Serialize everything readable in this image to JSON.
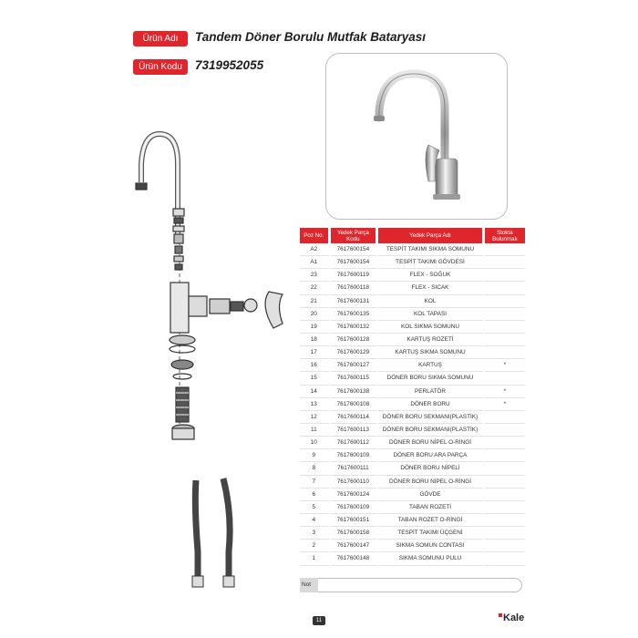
{
  "header": {
    "name_label": "Ürün Adı",
    "name_value": "Tandem Döner Borulu Mutfak Bataryası",
    "code_label": "Ürün Kodu",
    "code_value": "7319952055"
  },
  "table": {
    "headers": [
      "Poz No.",
      "Yedek Parça Kodu",
      "Yedek Parça Adı",
      "Stokta Bulunmalı"
    ],
    "rows": [
      {
        "poz": "A2",
        "kod": "7617600154",
        "adi": "TESPİT TAKIMI SIKMA SOMUNU",
        "stok": ""
      },
      {
        "poz": "A1",
        "kod": "7617600154",
        "adi": "TESPİT TAKIMI GÖVDESİ",
        "stok": ""
      },
      {
        "poz": "23",
        "kod": "7617600119",
        "adi": "FLEX - SOĞUK",
        "stok": ""
      },
      {
        "poz": "22",
        "kod": "7617600118",
        "adi": "FLEX - SICAK",
        "stok": ""
      },
      {
        "poz": "21",
        "kod": "7617600131",
        "adi": "KOL",
        "stok": ""
      },
      {
        "poz": "20",
        "kod": "7617600135",
        "adi": "KOL TAPASI",
        "stok": ""
      },
      {
        "poz": "19",
        "kod": "7617600132",
        "adi": "KOL SIKMA SOMUNU",
        "stok": ""
      },
      {
        "poz": "18",
        "kod": "7617600128",
        "adi": "KARTUŞ ROZETİ",
        "stok": ""
      },
      {
        "poz": "17",
        "kod": "7617600129",
        "adi": "KARTUŞ SIKMA SOMUNU",
        "stok": ""
      },
      {
        "poz": "16",
        "kod": "7617600127",
        "adi": "KARTUŞ",
        "stok": "*"
      },
      {
        "poz": "15",
        "kod": "7617600115",
        "adi": "DÖNER BORU SIKMA SOMUNU",
        "stok": ""
      },
      {
        "poz": "14",
        "kod": "7617600138",
        "adi": "PERLATÖR",
        "stok": "*"
      },
      {
        "poz": "13",
        "kod": "7617600108",
        "adi": "DÖNER BORU",
        "stok": "*"
      },
      {
        "poz": "12",
        "kod": "7617600114",
        "adi": "DÖNER BORU SEKMANI(PLASTİK)",
        "stok": ""
      },
      {
        "poz": "11",
        "kod": "7617600113",
        "adi": "DÖNER BORU SEKMANI(PLASTİK)",
        "stok": ""
      },
      {
        "poz": "10",
        "kod": "7617600112",
        "adi": "DÖNER BORU NİPEL O-RİNGİ",
        "stok": ""
      },
      {
        "poz": "9",
        "kod": "7617600109",
        "adi": "DÖNER BORU ARA PARÇA",
        "stok": ""
      },
      {
        "poz": "8",
        "kod": "7617600111",
        "adi": "DÖNER BORU NİPELİ",
        "stok": ""
      },
      {
        "poz": "7",
        "kod": "7617600110",
        "adi": "DÖNER BORU NİPEL O-RİNGİ",
        "stok": ""
      },
      {
        "poz": "6",
        "kod": "7617600124",
        "adi": "GÖVDE",
        "stok": ""
      },
      {
        "poz": "5",
        "kod": "7617600109",
        "adi": "TABAN ROZETİ",
        "stok": ""
      },
      {
        "poz": "4",
        "kod": "7617600151",
        "adi": "TABAN ROZET O-RİNGİ",
        "stok": ""
      },
      {
        "poz": "3",
        "kod": "7617600158",
        "adi": "TESPİT TAKIMI ÜÇGENİ",
        "stok": ""
      },
      {
        "poz": "2",
        "kod": "7617600147",
        "adi": "SIKMA SOMUN CONTASI",
        "stok": ""
      },
      {
        "poz": "1",
        "kod": "7617600148",
        "adi": "SIKMA SOMUNU PULU",
        "stok": ""
      }
    ]
  },
  "note": {
    "label": "Not"
  },
  "footer": {
    "page_number": "11",
    "brand": "Kale"
  },
  "colors": {
    "accent": "#e0262d"
  },
  "icons": {
    "product_photo": "faucet-photo",
    "exploded_view": "faucet-exploded-diagram",
    "hoses": "flex-hoses-diagram"
  }
}
